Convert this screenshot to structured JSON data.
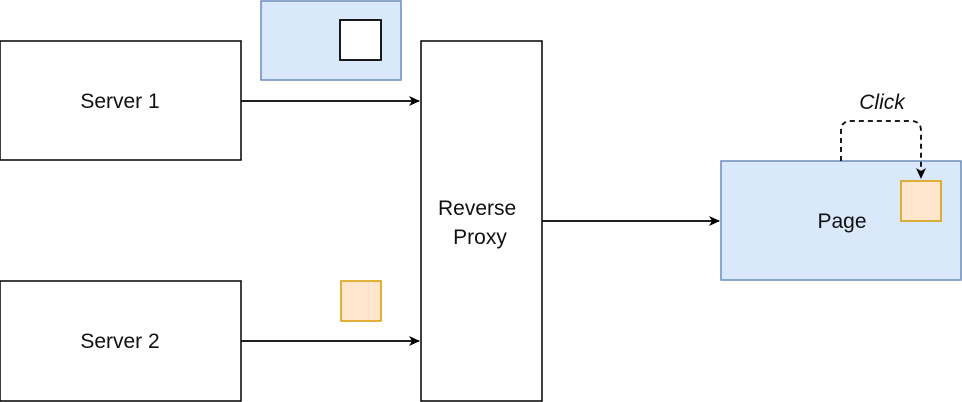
{
  "nodes": {
    "server1": {
      "label": "Server 1"
    },
    "server2": {
      "label": "Server 2"
    },
    "proxy": {
      "label_line1": "Reverse",
      "label_line2": "Proxy"
    },
    "page": {
      "label": "Page"
    }
  },
  "annotations": {
    "click": "Click"
  },
  "colors": {
    "blue_fill": "#dae8fc",
    "blue_stroke": "#6c8ebf",
    "orange_fill": "#ffe6cc",
    "orange_stroke": "#d79b00",
    "stroke": "#000000"
  }
}
